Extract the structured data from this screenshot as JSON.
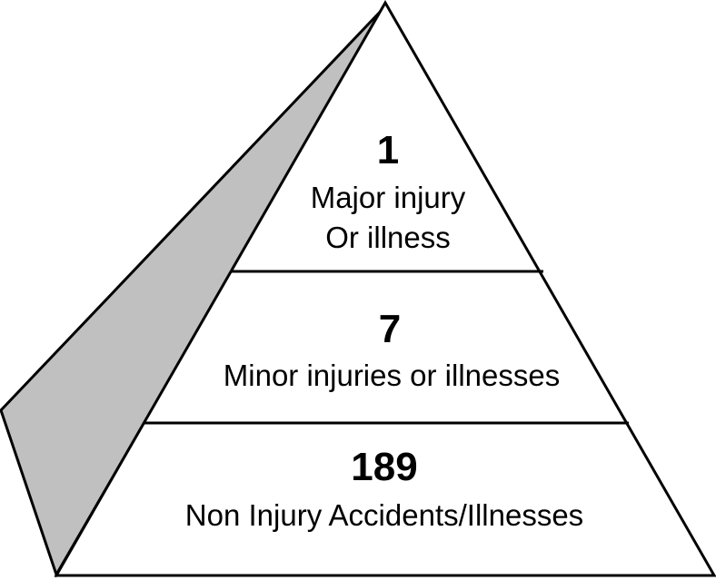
{
  "colors": {
    "background": "#ffffff",
    "outline": "#000000",
    "shaded_face": "#c0c0c0"
  },
  "tiers": [
    {
      "count": "1",
      "label_lines": [
        "Major injury",
        "Or illness"
      ]
    },
    {
      "count": "7",
      "label_lines": [
        "Minor injuries or illnesses"
      ]
    },
    {
      "count": "189",
      "label_lines": [
        "Non Injury Accidents/Illnesses"
      ]
    }
  ]
}
